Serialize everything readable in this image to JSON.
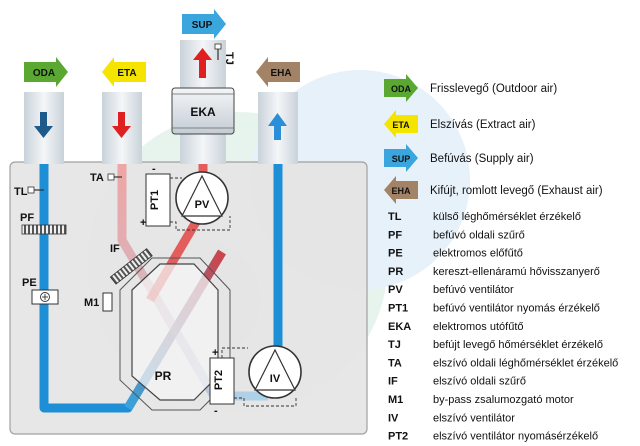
{
  "ducts": {
    "oda": {
      "code": "ODA",
      "color": "#5aa832"
    },
    "eta": {
      "code": "ETA",
      "color": "#f5e400"
    },
    "sup": {
      "code": "SUP",
      "color": "#3aa6dd"
    },
    "eha": {
      "code": "EHA",
      "color": "#a38366"
    }
  },
  "components": {
    "eka": "EKA",
    "pv": "PV",
    "iv": "IV",
    "pr": "PR",
    "pt1": "PT1",
    "pt2": "PT2",
    "tl": "TL",
    "ta": "TA",
    "tj": "TJ",
    "pf": "PF",
    "if": "IF",
    "pe": "PE",
    "m1": "M1",
    "plus": "+",
    "minus": "-"
  },
  "legend_flows": [
    {
      "code": "ODA",
      "desc": "Frisslevegő (Outdoor air)",
      "color": "#5aa832"
    },
    {
      "code": "ETA",
      "desc": "Elszívás (Extract air)",
      "color": "#f5e400"
    },
    {
      "code": "SUP",
      "desc": "Befúvás (Supply air)",
      "color": "#3aa6dd"
    },
    {
      "code": "EHA",
      "desc": "Kifújt, romlott levegő (Exhaust air)",
      "color": "#a38366"
    }
  ],
  "legend_items": [
    {
      "code": "TL",
      "desc": "külső léghőmérséklet érzékelő"
    },
    {
      "code": "PF",
      "desc": "befúvó oldali szűrő"
    },
    {
      "code": "PE",
      "desc": "elektromos előfűtő"
    },
    {
      "code": "PR",
      "desc": "kereszt-ellenáramú hővisszanyerő"
    },
    {
      "code": "PV",
      "desc": "befúvó ventilátor"
    },
    {
      "code": "PT1",
      "desc": "befúvó ventilátor nyomás érzékelő"
    },
    {
      "code": "EKA",
      "desc": "elektromos utófűtő"
    },
    {
      "code": "TJ",
      "desc": "befújt levegő hőmérséklet érzékelő"
    },
    {
      "code": "TA",
      "desc": "elszívó oldali léghőmérséklet érzékelő"
    },
    {
      "code": "IF",
      "desc": "elszívó oldali szűrő"
    },
    {
      "code": "M1",
      "desc": "by-pass zsalumozgató motor"
    },
    {
      "code": "IV",
      "desc": "elszívó ventilátor"
    },
    {
      "code": "PT2",
      "desc": "elszívó ventilátor nyomásérzékelő"
    }
  ]
}
